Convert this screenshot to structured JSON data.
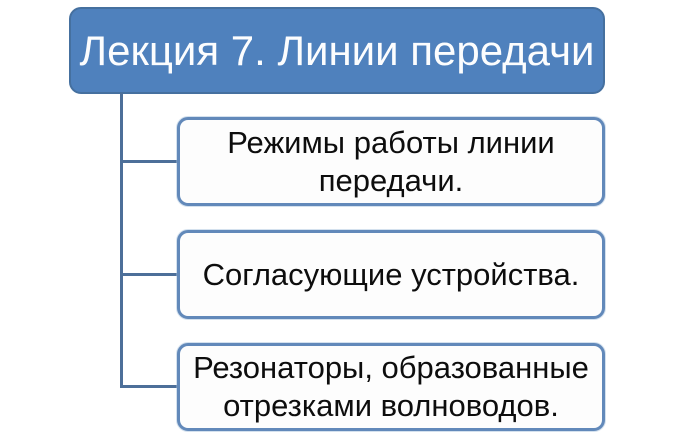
{
  "diagram": {
    "title": {
      "text": "Лекция 7. Линии передачи"
    },
    "items": [
      {
        "lines": [
          "Режимы работы линии",
          "передачи."
        ]
      },
      {
        "lines": [
          "Согласующие устройства."
        ]
      },
      {
        "lines": [
          "Резонаторы, образованные",
          "отрезками волноводов."
        ]
      }
    ],
    "colors": {
      "background": "#ffffff",
      "title_fill": "#4f81bd",
      "title_border": "#45709f",
      "title_text": "#fcfdfe",
      "item_fill": "#fdfdfd",
      "item_border": "#6289ba",
      "item_text": "#0d0d0d",
      "connector": "#4d6f99"
    }
  }
}
